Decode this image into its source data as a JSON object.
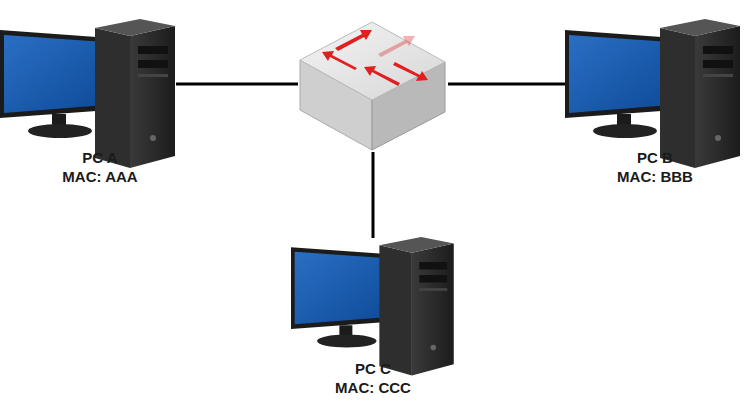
{
  "diagram": {
    "nodes": [
      {
        "text": [
          "PC A",
          "MAC: AAA"
        ]
      },
      {
        "text": []
      },
      {
        "text": [
          "PC B",
          "MAC: BBB"
        ]
      },
      {
        "text": [
          "PC C",
          "MAC: CCC"
        ]
      }
    ],
    "edges": [
      {
        "from": 0,
        "to": 1,
        "arrow": "none"
      },
      {
        "from": 1,
        "to": 2,
        "arrow": "none"
      },
      {
        "from": 1,
        "to": 3,
        "arrow": "none"
      }
    ]
  }
}
